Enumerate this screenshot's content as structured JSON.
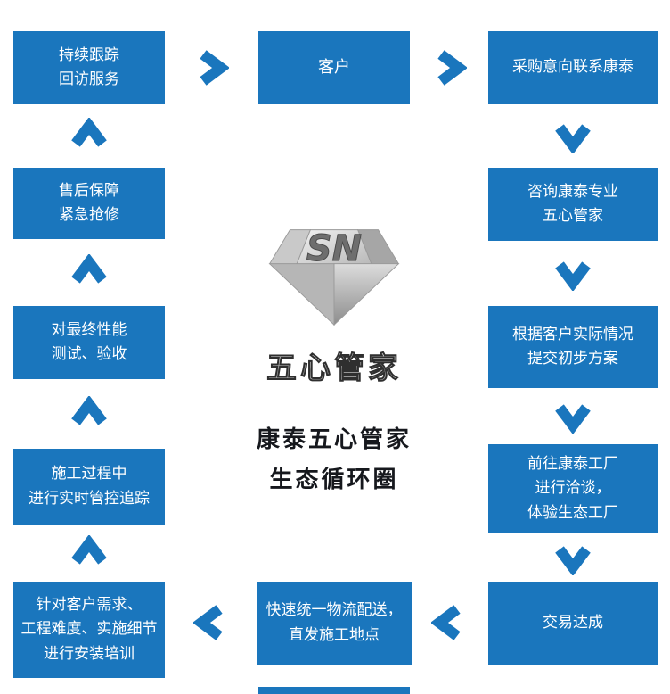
{
  "colors": {
    "node_blue": "#1a76bd",
    "node_text": "#ffffff",
    "title_text": "#16181d",
    "background": "#ffffff"
  },
  "center": {
    "monogram": "SN",
    "logo_text": "五心管家",
    "title_line1": "康泰五心管家",
    "title_line2": "生态循环圈"
  },
  "nodes": {
    "customer": {
      "lines": [
        "客户"
      ]
    },
    "left": [
      {
        "lines": [
          "持续跟踪",
          "回访服务"
        ]
      },
      {
        "lines": [
          "售后保障",
          "紧急抢修"
        ]
      },
      {
        "lines": [
          "对最终性能",
          "测试、验收"
        ]
      },
      {
        "lines": [
          "施工过程中",
          "进行实时管控追踪"
        ]
      },
      {
        "lines": [
          "针对客户需求、",
          "工程难度、实施细节",
          "进行安装培训"
        ]
      }
    ],
    "right": [
      {
        "lines": [
          "采购意向联系康泰"
        ]
      },
      {
        "lines": [
          "咨询康泰专业",
          "五心管家"
        ]
      },
      {
        "lines": [
          "根据客户实际情况",
          "提交初步方案"
        ]
      },
      {
        "lines": [
          "前往康泰工厂",
          "进行洽谈，",
          "体验生态工厂"
        ]
      },
      {
        "lines": [
          "交易达成"
        ]
      }
    ],
    "bottom": {
      "lines": [
        "快速统一物流配送，",
        "直发施工地点"
      ]
    }
  }
}
